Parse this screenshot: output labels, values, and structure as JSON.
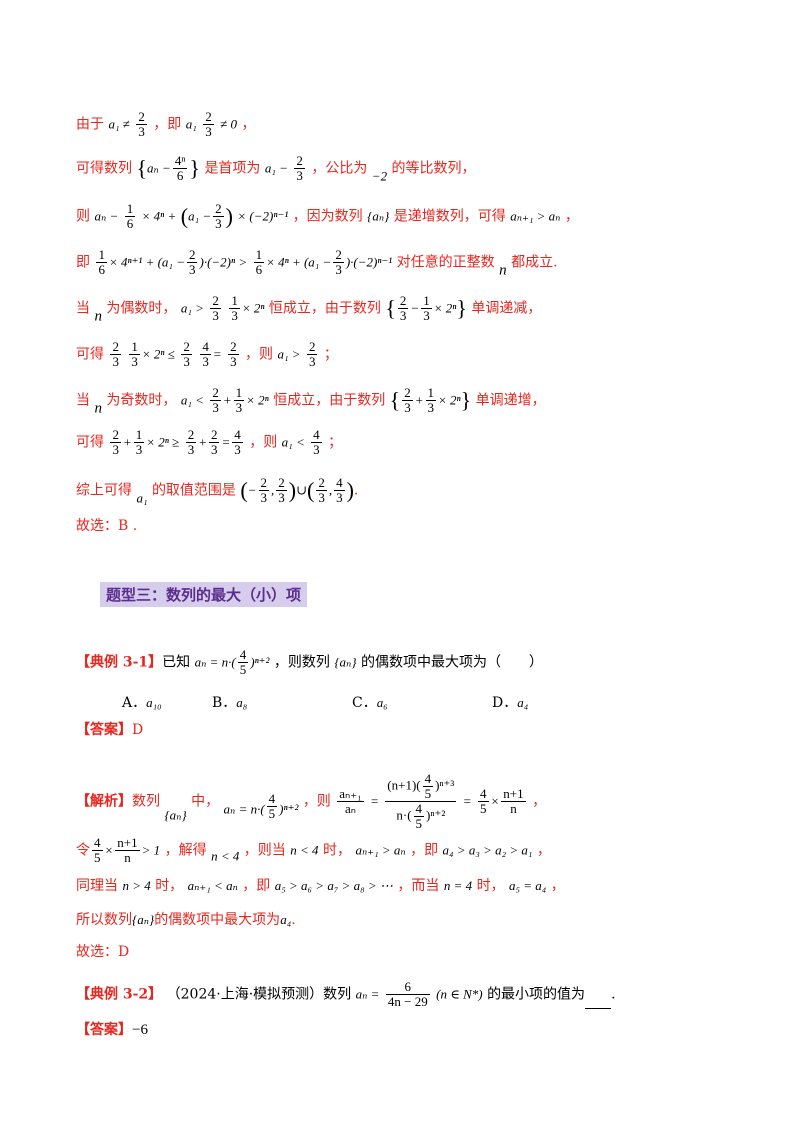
{
  "lines": {
    "l1_a": "由于",
    "l1_m1": "a₁ ≠",
    "l1_b": "，即",
    "l1_m2": "a₁",
    "l1_m3": "≠ 0",
    "l1_c": "，",
    "l2_a": "可得数列",
    "l2_m1": "aₙ −",
    "l2_b": "是首项为",
    "l2_m2": "a₁ −",
    "l2_c": "，公比为",
    "l2_m3": "−2",
    "l2_d": "的等比数列，",
    "l3_a": "则",
    "l3_m1": "aₙ −",
    "l3_m2": "× 4ⁿ +",
    "l3_m3": "a₁ −",
    "l3_m4": "× (−2)ⁿ⁻¹",
    "l3_b": "，因为数列",
    "l3_m5": "aₙ",
    "l3_c": "是递增数列，可得",
    "l3_m6": "aₙ₊₁ > aₙ",
    "l3_d": "，",
    "l4_a": "即",
    "l4_m1": "× 4ⁿ⁺¹ + (a₁ −",
    "l4_m2": ")·(−2)ⁿ >",
    "l4_m3": "× 4ⁿ + (a₁ −",
    "l4_m4": ")·(−2)ⁿ⁻¹",
    "l4_b": "对任意的正整数",
    "l4_m5": "n",
    "l4_c": "都成立.",
    "l5_a": "当",
    "l5_m1": "n",
    "l5_b": "为偶数时，",
    "l5_m2": "a₁ >",
    "l5_m3": "× 2ⁿ",
    "l5_c": "恒成立，由于数列",
    "l5_m4": "× 2ⁿ",
    "l5_d": "单调递减，",
    "l6_a": "可得",
    "l6_m1": "× 2ⁿ ≤",
    "l6_m2": "=",
    "l6_b": "，则",
    "l6_m3": "a₁ >",
    "l6_c": "；",
    "l7_a": "当",
    "l7_m1": "n",
    "l7_b": "为奇数时，",
    "l7_m2": "a₁ <",
    "l7_m3": "× 2ⁿ",
    "l7_c": "恒成立，由于数列",
    "l7_m4": "× 2ⁿ",
    "l7_d": "单调递增，",
    "l8_a": "可得",
    "l8_m1": "× 2ⁿ ≥",
    "l8_m2": "=",
    "l8_b": "，则",
    "l8_m3": "a₁ <",
    "l8_c": "；",
    "l9_a": "综上可得",
    "l9_m1": "a₁",
    "l9_b": "的取值范围是",
    "l9_m2": "∪",
    "l9_c": ".",
    "l10": "故选：B ."
  },
  "fractions": {
    "two_thirds_num": "2",
    "two_thirds_den": "3",
    "four_n_num": "4ⁿ",
    "six_den": "6",
    "one_num": "1",
    "four_num": "4",
    "five_den": "5"
  },
  "section_title": "题型三：数列的最大（小）项",
  "ex31": {
    "tag": "【典例 3-1】",
    "text_a": "已知",
    "formula": "aₙ = n·(",
    "formula_b": ")ⁿ⁺²",
    "text_b": "，则数列",
    "seq": "aₙ",
    "text_c": "的偶数项中最大项为（　　）",
    "options": [
      {
        "label": "A．",
        "value": "a₁₀"
      },
      {
        "label": "B．",
        "value": "a₈"
      },
      {
        "label": "C．",
        "value": "a₆"
      },
      {
        "label": "D．",
        "value": "a₄"
      }
    ],
    "answer_tag": "【答案】",
    "answer": "D",
    "analysis_tag": "【解析】",
    "an1": "数列",
    "an1_seq": "aₙ",
    "an2": "中，",
    "an_formula": "aₙ = n·(",
    "an_formula_b": ")ⁿ⁺²",
    "an3": "，则",
    "an_ratio_num": "aₙ₊₁",
    "an_ratio_den": "aₙ",
    "an_big_num": "(n+1)(",
    "an_big_num_b": ")ⁿ⁺³",
    "an_big_den": "n·(",
    "an_big_den_b": ")ⁿ⁺²",
    "an_eq": "=",
    "an_times": "×",
    "an_np1": "n+1",
    "an_n": "n",
    "an4": "，",
    "b1": "令",
    "b_m1": "×",
    "b_m2": "> 1",
    "b2": "，解得",
    "b_m3": "n < 4",
    "b3": "，则当",
    "b_m4": "n < 4",
    "b4": "时，",
    "b_m5": "aₙ₊₁ > aₙ",
    "b5": "，即",
    "b_m6": "a₄ > a₃ > a₂ > a₁",
    "b6": "，",
    "c1": "同理当",
    "c_m1": "n > 4",
    "c2": "时，",
    "c_m2": "aₙ₊₁ < aₙ",
    "c3": "，即",
    "c_m3": "a₅ > a₆ > a₇ > a₈ > ⋯",
    "c4": "，而当",
    "c_m4": "n = 4",
    "c5": "时，",
    "c_m5": "a₅ = a₄",
    "c6": "，",
    "d1": "所以数列",
    "d_m1": "aₙ",
    "d2": "的偶数项中最大项为",
    "d_m2": "a₄",
    "d3": ".",
    "choice": "故选：D"
  },
  "ex32": {
    "tag": "【典例 3-2】",
    "source": "（2024·上海·模拟预测）数列",
    "formula": "aₙ =",
    "num": "6",
    "den": "4n − 29",
    "cond": "(n ∈ N*)",
    "text": "的最小项的值为",
    "end": ".",
    "answer_tag": "【答案】",
    "answer": "−6"
  }
}
